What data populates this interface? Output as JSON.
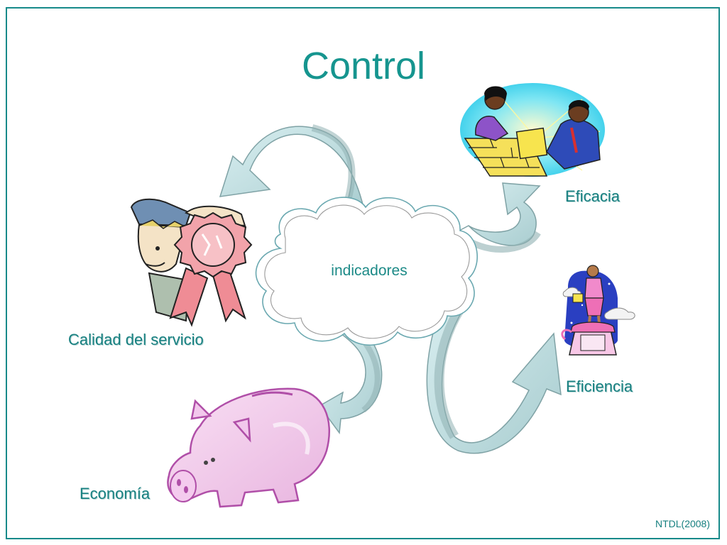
{
  "slide": {
    "title": "Control",
    "center": "indicadores",
    "labels": {
      "calidad": "Calidad del servicio",
      "eficacia": "Eficacia",
      "eficiencia": "Eficiencia",
      "economia": "Economía"
    },
    "footer": "NTDL(2008)"
  },
  "colors": {
    "accent": "#16958f",
    "frame": "#178a8a",
    "arrow_fill": "#bcdbdd",
    "arrow_dark": "#92b1b3",
    "cloud_stroke": "#6aa8b0"
  },
  "icons": [
    "handshake-clipart",
    "award-ribbon-clipart",
    "woman-telephone-clipart",
    "piggy-bank-clipart",
    "cloud-shape",
    "curved-arrow"
  ]
}
